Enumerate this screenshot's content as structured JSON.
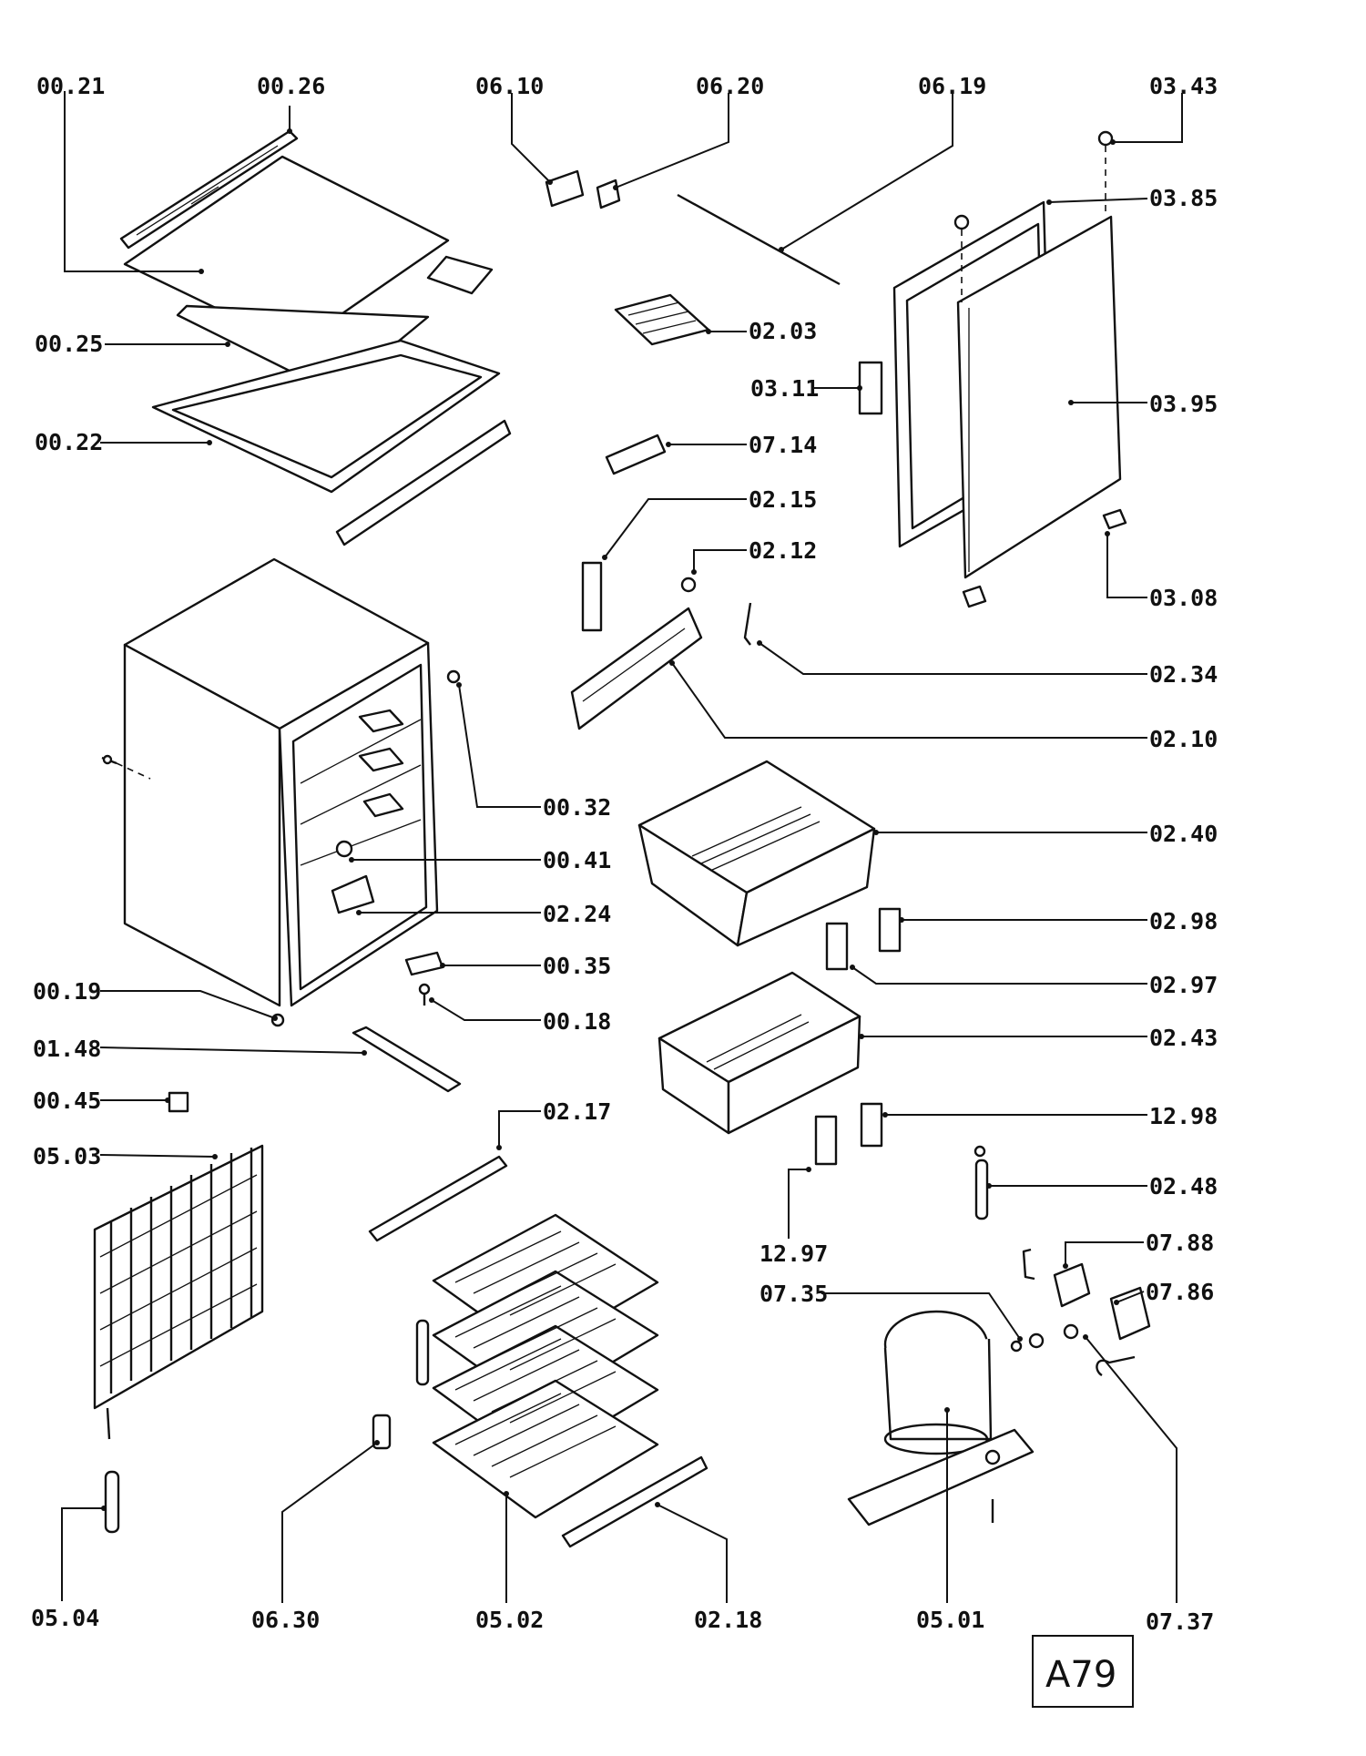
{
  "figure_id": "A79",
  "labels": {
    "p0021": "00.21",
    "p0026": "00.26",
    "p0610": "06.10",
    "p0620": "06.20",
    "p0619": "06.19",
    "p0343": "03.43",
    "p0385": "03.85",
    "p0025": "00.25",
    "p0203": "02.03",
    "p0311": "03.11",
    "p0395": "03.95",
    "p0022": "00.22",
    "p0714": "07.14",
    "p0215": "02.15",
    "p0212": "02.12",
    "p0308": "03.08",
    "p0234": "02.34",
    "p0210": "02.10",
    "p0032": "00.32",
    "p0240": "02.40",
    "p0041": "00.41",
    "p0224": "02.24",
    "p0298": "02.98",
    "p0035": "00.35",
    "p0019": "00.19",
    "p0297": "02.97",
    "p0018": "00.18",
    "p0148": "01.48",
    "p0243": "02.43",
    "p0045": "00.45",
    "p0217": "02.17",
    "p1298": "12.98",
    "p0503": "05.03",
    "p0248": "02.48",
    "p1297": "12.97",
    "p0788": "07.88",
    "p0735": "07.35",
    "p0786": "07.86",
    "p0504": "05.04",
    "p0630": "06.30",
    "p0502": "05.02",
    "p0218": "02.18",
    "p0501": "05.01",
    "p0737": "07.37"
  }
}
